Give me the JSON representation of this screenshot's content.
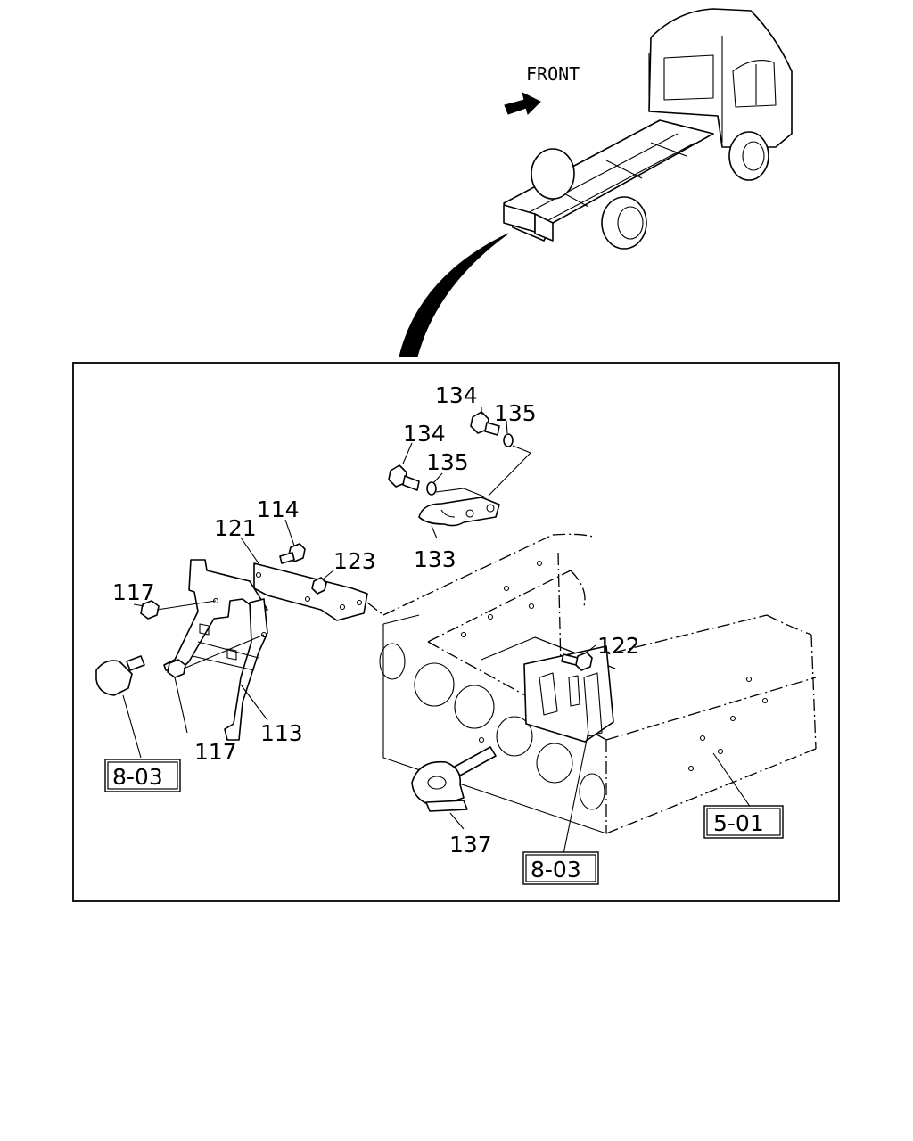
{
  "diagram": {
    "direction_label": "FRONT",
    "callouts": {
      "c134a": "134",
      "c135a": "135",
      "c134b": "134",
      "c135b": "135",
      "c133": "133",
      "c114": "114",
      "c121": "121",
      "c123": "123",
      "c117a": "117",
      "c117b": "117",
      "c113": "113",
      "c122": "122",
      "c137": "137"
    },
    "references": {
      "r1": "8-03",
      "r2": "5-01",
      "r3": "8-03"
    }
  }
}
